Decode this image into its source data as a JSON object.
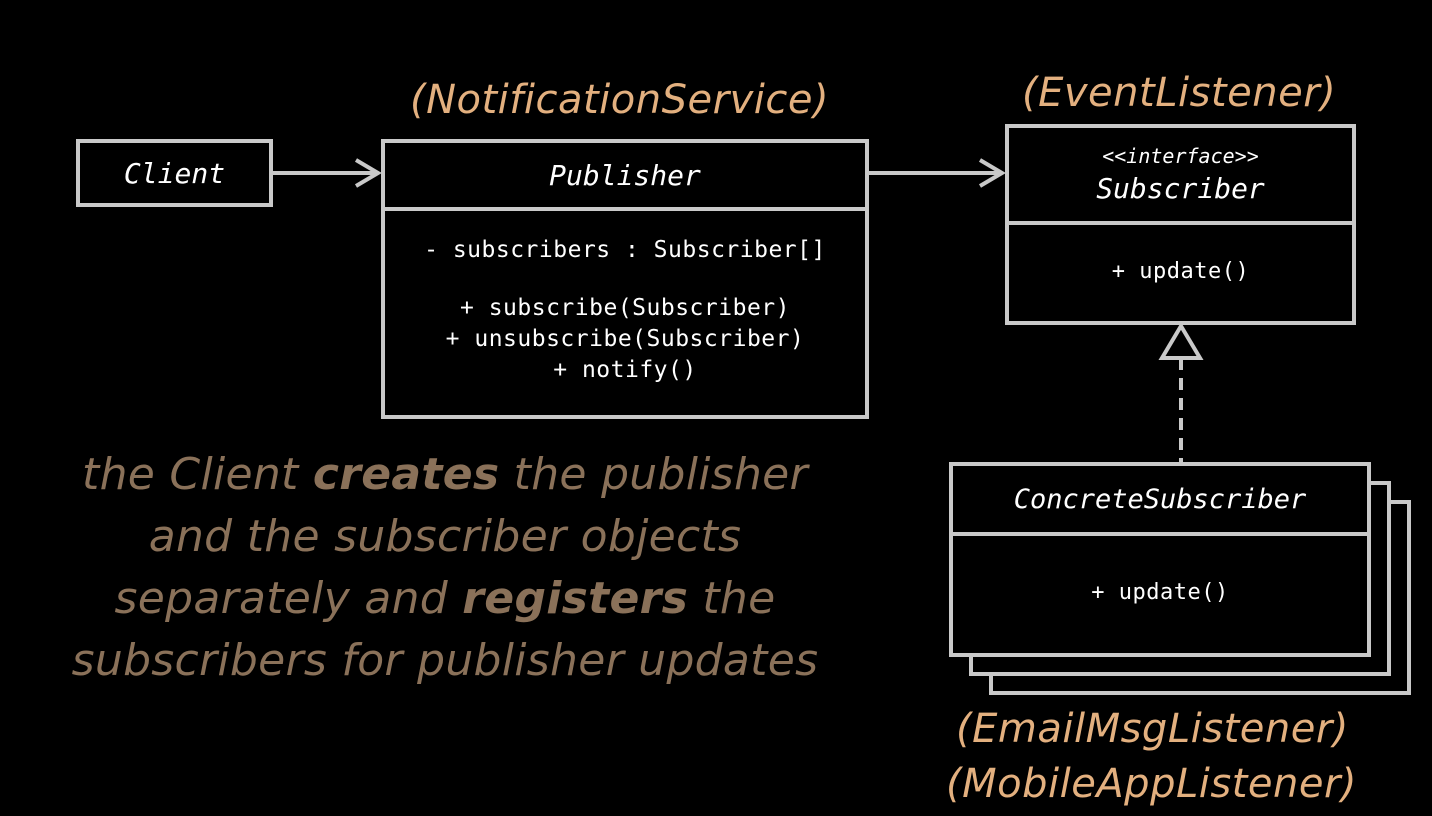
{
  "roles": {
    "publisher": "(NotificationService)",
    "subscriber": "(EventListener)",
    "concrete_line1": "(EmailMsgListener)",
    "concrete_line2": "(MobileAppListener)"
  },
  "client": {
    "name": "Client"
  },
  "publisher": {
    "name": "Publisher",
    "field": "- subscribers : Subscriber[]",
    "methods": [
      "+ subscribe(Subscriber)",
      "+ unsubscribe(Subscriber)",
      "+ notify()"
    ]
  },
  "subscriber": {
    "stereotype": "<<interface>>",
    "name": "Subscriber",
    "method": "+ update()"
  },
  "concrete": {
    "name": "ConcreteSubscriber",
    "method": "+ update()"
  },
  "note": {
    "p1": "the Client ",
    "b1": "creates",
    "p2": " the publisher and the subscriber objects separately and ",
    "b2": "registers",
    "p3": " the subscribers for publisher updates"
  },
  "colors": {
    "border": "#c9c9c9",
    "role": "#e3b07f",
    "note": "#8a7159"
  }
}
